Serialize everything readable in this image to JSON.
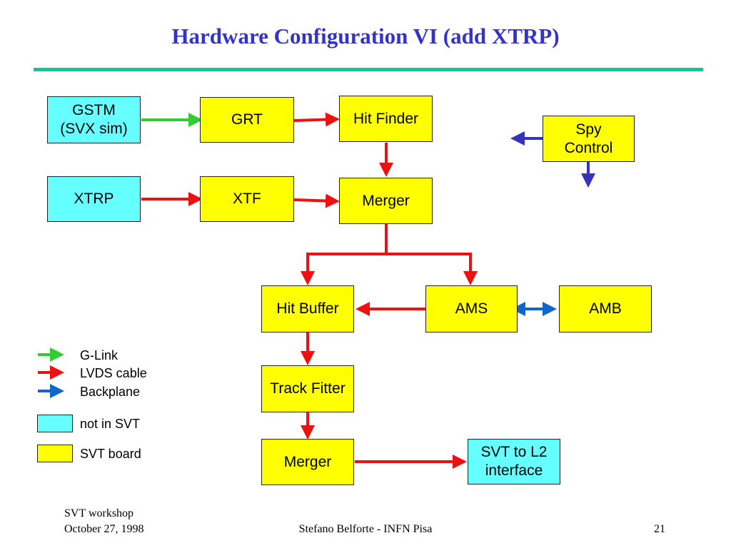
{
  "slide": {
    "title": "Hardware Configuration VI (add XTRP)",
    "accent_color": "#00cc99",
    "title_color": "#3333cc"
  },
  "boxes": {
    "gstm": "GSTM\n(SVX sim)",
    "grt": "GRT",
    "hit_finder": "Hit Finder",
    "spy_control": "Spy\nControl",
    "xtrp": "XTRP",
    "xtf": "XTF",
    "merger_top": "Merger",
    "hit_buffer": "Hit Buffer",
    "ams": "AMS",
    "amb": "AMB",
    "track_fitter": "Track Fitter",
    "merger_bottom": "Merger",
    "svt_to_l2": "SVT to L2\ninterface"
  },
  "legend": {
    "glink": "G-Link",
    "lvds": "LVDS cable",
    "backplane": "Backplane",
    "not_in_svt": "not in SVT",
    "svt_board": "SVT board"
  },
  "colors": {
    "glink": "#33cc33",
    "lvds": "#ee1111",
    "backplane": "#1166cc",
    "spy": "#3333bb",
    "not_in_svt": "#66ffff",
    "svt_board": "#ffff00"
  },
  "footer": {
    "event": "SVT workshop",
    "date": "October 27, 1998",
    "author": "Stefano Belforte - INFN Pisa",
    "page": "21"
  }
}
